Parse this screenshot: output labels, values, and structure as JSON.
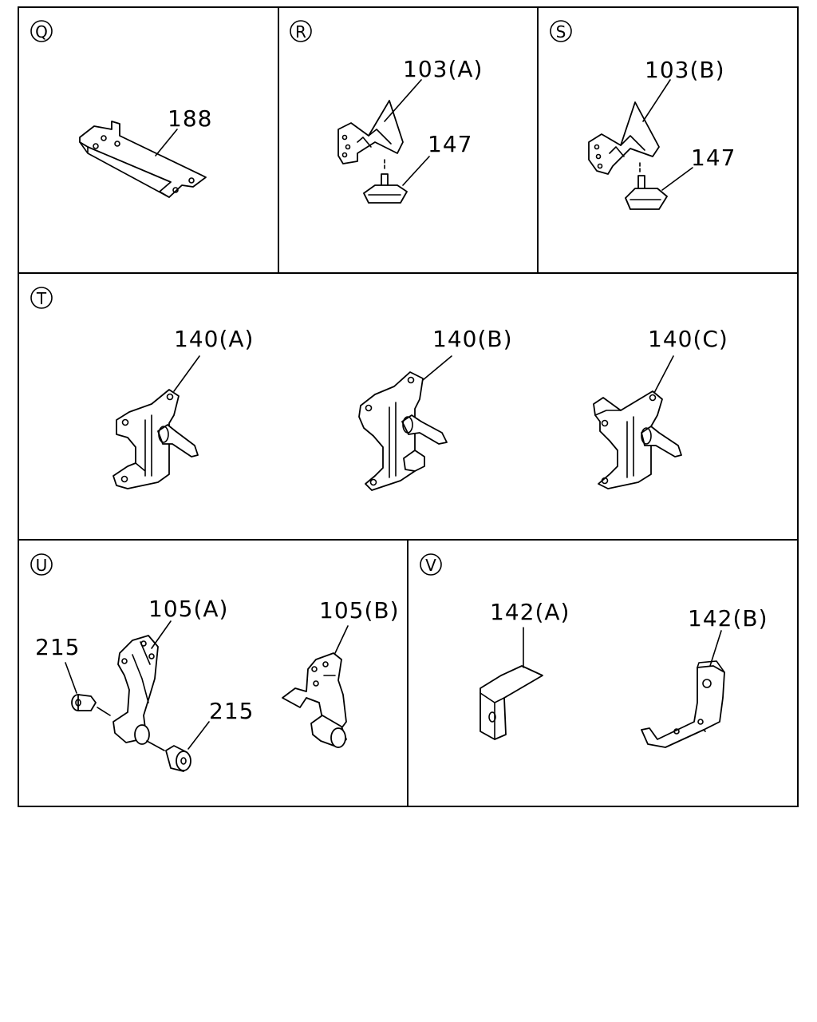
{
  "panels": {
    "Q": {
      "letter": "Q",
      "parts": [
        "188"
      ]
    },
    "R": {
      "letter": "R",
      "parts": [
        "103(A)",
        "147"
      ]
    },
    "S": {
      "letter": "S",
      "parts": [
        "103(B)",
        "147"
      ]
    },
    "T": {
      "letter": "T",
      "parts": [
        "140(A)",
        "140(B)",
        "140(C)"
      ]
    },
    "U": {
      "letter": "U",
      "parts": [
        "105(A)",
        "105(B)",
        "215",
        "215"
      ]
    },
    "V": {
      "letter": "V",
      "parts": [
        "142(A)",
        "142(B)"
      ]
    }
  }
}
